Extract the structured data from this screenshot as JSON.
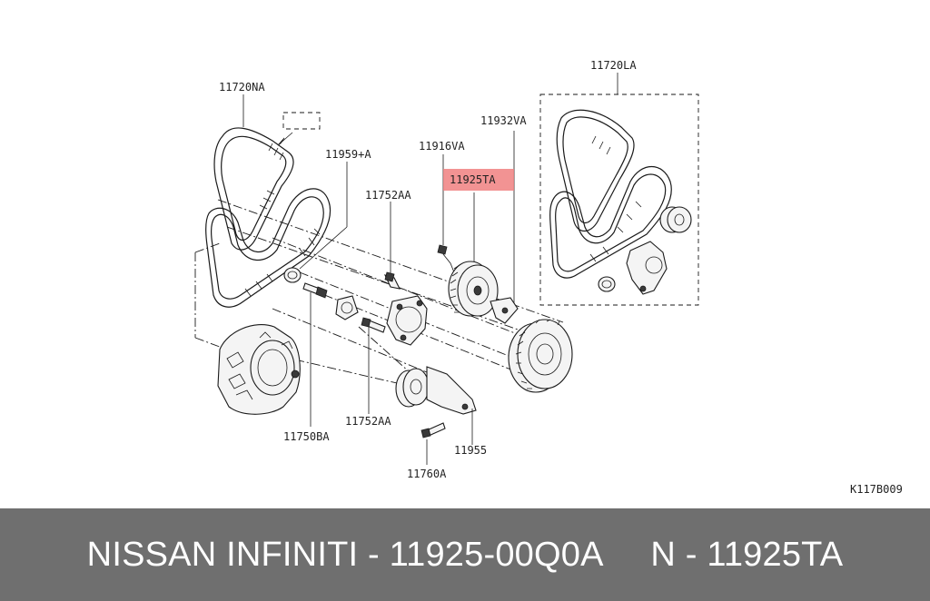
{
  "diagram": {
    "labels": {
      "belt_main": "11720NA",
      "belt_kit": "11720LA",
      "bolt_11959": "11959+A",
      "bolt_11916": "11916VA",
      "pulley_11925": "11925TA",
      "bracket_11932": "11932VA",
      "bolt_upper": "11752AA",
      "bolt_lower": "11752AA",
      "stud": "11750BA",
      "tensioner": "11955",
      "bolt_11760": "11760A"
    },
    "highlight_color": "#f08080",
    "diagram_code": "K117B009"
  },
  "footer": {
    "text": "NISSAN INFINITI - 11925-00Q0A     N - 11925TA",
    "background": "#6f6f6f",
    "color": "#ffffff"
  }
}
